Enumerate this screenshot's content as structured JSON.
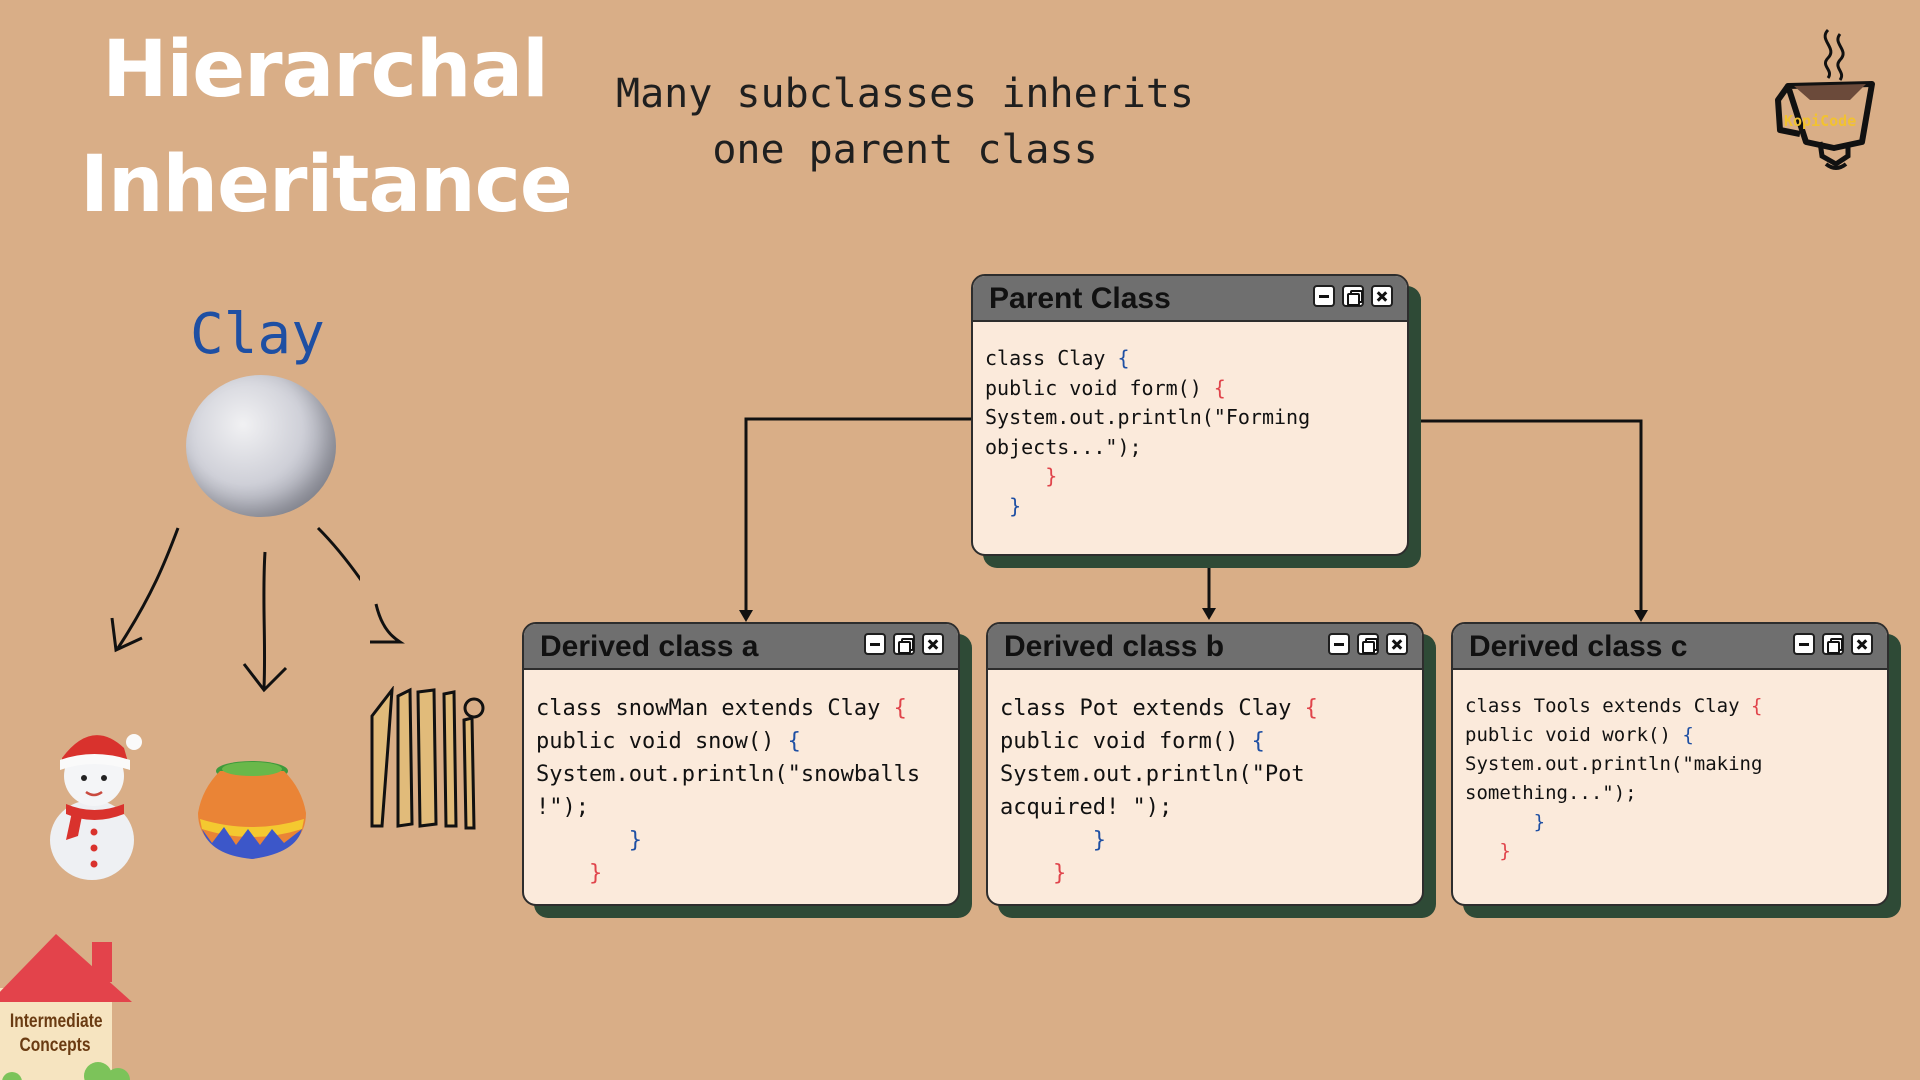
{
  "title": {
    "line1": "Hierarchal",
    "line2": "Inheritance"
  },
  "subtitle": {
    "line1": "Many subclasses inherits",
    "line2": "one parent class"
  },
  "logo": {
    "text": "KopiCode",
    "icon": "coffee-cup-logo"
  },
  "clay_label": "Clay",
  "badge": {
    "line1": "Intermediate",
    "line2": "Concepts"
  },
  "colors": {
    "background": "#d9ae87",
    "card": "#fbeadb",
    "card_shadow": "#2e4a36",
    "title_bar": "#6f6f6f",
    "brace_blue": "#1e4fa3",
    "brace_red": "#e0444b"
  },
  "parent": {
    "title": "Parent Class",
    "code": [
      {
        "t": "class Clay ",
        "b": "{",
        "c": "blue"
      },
      {
        "t": "public void form() ",
        "b": "{",
        "c": "red"
      },
      {
        "t": "System.out.println(\"Forming",
        "b": "",
        "c": ""
      },
      {
        "t": "objects...\");",
        "b": "",
        "c": ""
      },
      {
        "t": "     ",
        "b": "}",
        "c": "red"
      },
      {
        "t": "  ",
        "b": "}",
        "c": "blue"
      }
    ]
  },
  "derived": [
    {
      "title": "Derived class a",
      "code": [
        {
          "t": "class snowMan extends Clay ",
          "b": "{",
          "c": "red"
        },
        {
          "t": "public void snow() ",
          "b": "{",
          "c": "blue"
        },
        {
          "t": "System.out.println(\"snowballs",
          "b": "",
          "c": ""
        },
        {
          "t": "!\");",
          "b": "",
          "c": ""
        },
        {
          "t": "       ",
          "b": "}",
          "c": "blue"
        },
        {
          "t": "    ",
          "b": "}",
          "c": "red"
        }
      ]
    },
    {
      "title": "Derived class b",
      "code": [
        {
          "t": "class Pot extends Clay ",
          "b": "{",
          "c": "red"
        },
        {
          "t": "public void form() ",
          "b": "{",
          "c": "blue"
        },
        {
          "t": "System.out.println(\"Pot",
          "b": "",
          "c": ""
        },
        {
          "t": "acquired! \");",
          "b": "",
          "c": ""
        },
        {
          "t": "       ",
          "b": "}",
          "c": "blue"
        },
        {
          "t": "    ",
          "b": "}",
          "c": "red"
        }
      ]
    },
    {
      "title": "Derived class c",
      "code": [
        {
          "t": "class Tools extends Clay ",
          "b": "{",
          "c": "red"
        },
        {
          "t": "public void work() ",
          "b": "{",
          "c": "blue"
        },
        {
          "t": "System.out.println(\"making",
          "b": "",
          "c": ""
        },
        {
          "t": "something...\");",
          "b": "",
          "c": ""
        },
        {
          "t": "      ",
          "b": "}",
          "c": "blue"
        },
        {
          "t": "   ",
          "b": "}",
          "c": "red"
        }
      ]
    }
  ]
}
